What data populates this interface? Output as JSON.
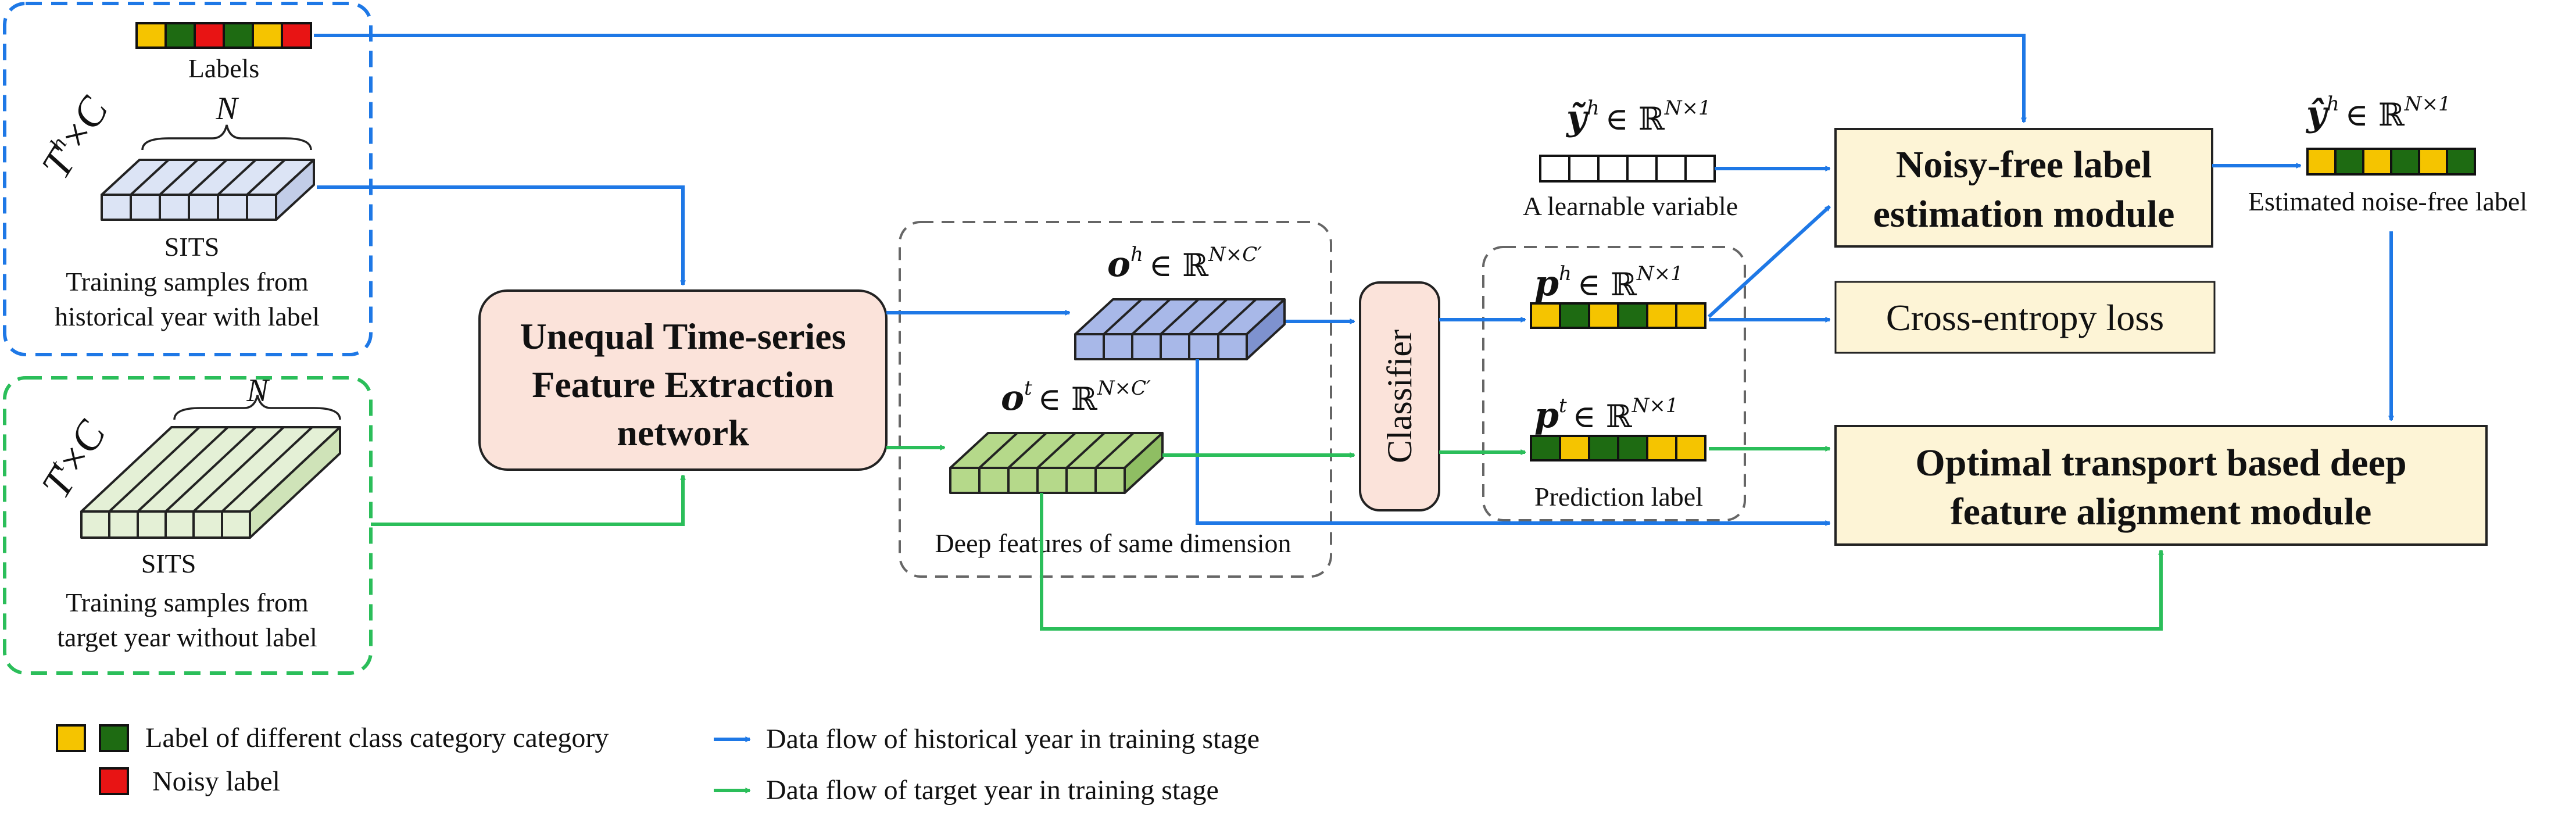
{
  "colors": {
    "historical_flow": "#1E78E6",
    "target_flow": "#2BBE5A",
    "label_yellow": "#F5C400",
    "label_green": "#1E6B12",
    "label_red": "#E81414",
    "feature_blue": "#A8B8E8",
    "feature_green": "#B5D98A",
    "sits_blue": "#DCE4F5",
    "sits_green": "#E4F0D6",
    "extract_box": "#FBE3DA",
    "module_box": "#FDF4D6"
  },
  "labels_strip": {
    "title": "Labels",
    "cells": [
      "yellow",
      "green",
      "red",
      "green",
      "yellow",
      "red"
    ]
  },
  "historical": {
    "axis_time": "T",
    "axis_time_sup": "h",
    "axis_times": "×",
    "axis_channel": "C",
    "axis_n": "N",
    "sits_label": "SITS",
    "caption_line1": "Training samples from",
    "caption_line2": "historical year with label"
  },
  "target": {
    "axis_time": "T",
    "axis_time_sup": "t",
    "axis_times": "×",
    "axis_channel": "C",
    "axis_n": "N",
    "sits_label": "SITS",
    "caption_line1": "Training samples from",
    "caption_line2": "target year without label"
  },
  "extractor": {
    "line1": "Unequal Time-series",
    "line2": "Feature Extraction",
    "line3": "network"
  },
  "features": {
    "oh_sym": "o",
    "oh_sup": "h",
    "ot_sym": "o",
    "ot_sup": "t",
    "in_set": "∈ ℝ",
    "dim_sup": "N×C′",
    "caption": "Deep features of same dimension"
  },
  "classifier": {
    "label": "Classifier"
  },
  "predictions": {
    "ph_sym": "p",
    "ph_sup": "h",
    "pt_sym": "p",
    "pt_sup": "t",
    "in_set": "∈ ℝ",
    "dim_sup": "N×1",
    "ph_cells": [
      "yellow",
      "green",
      "yellow",
      "green",
      "yellow",
      "yellow"
    ],
    "pt_cells": [
      "green",
      "yellow",
      "green",
      "green",
      "yellow",
      "yellow"
    ],
    "caption": "Prediction label"
  },
  "learnable": {
    "sym": "ỹ",
    "sup": "h",
    "in_set": "∈ ℝ",
    "dim_sup": "N×1",
    "caption": "A learnable variable"
  },
  "noise_module": {
    "line1": "Noisy-free label",
    "line2": "estimation module"
  },
  "ce_loss": {
    "label": "Cross-entropy loss"
  },
  "estimated": {
    "sym": "ŷ",
    "sup": "h",
    "in_set": "∈ ℝ",
    "dim_sup": "N×1",
    "cells": [
      "yellow",
      "green",
      "yellow",
      "green",
      "yellow",
      "green"
    ],
    "caption": "Estimated noise-free label"
  },
  "ot_module": {
    "line1": "Optimal transport based deep",
    "line2": "feature alignment module"
  },
  "legend": {
    "label_classes": "Label of different class category category",
    "noisy_label": "Noisy label",
    "historical_flow": "Data flow of historical year in training stage",
    "target_flow": "Data flow of target year in training stage"
  }
}
